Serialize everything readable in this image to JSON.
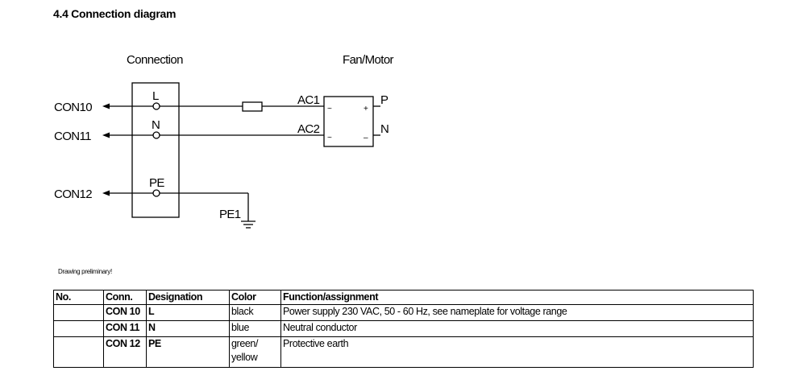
{
  "heading": "4.4 Connection diagram",
  "diagram": {
    "connection_label": "Connection",
    "motor_label": "Fan/Motor",
    "connectors": [
      "CON10",
      "CON11",
      "CON12"
    ],
    "terminals": [
      "L",
      "N",
      "PE"
    ],
    "ac_labels": [
      "AC1",
      "AC2"
    ],
    "motor_signs": [
      "~",
      "~",
      "+",
      "–"
    ],
    "outputs": [
      "P",
      "N"
    ],
    "earth_label": "PE1"
  },
  "note": "Drawing preliminary!",
  "table": {
    "headers": [
      "No.",
      "Conn.",
      "Designation",
      "Color",
      "Function/assignment"
    ],
    "rows": [
      {
        "no": "",
        "conn": "CON 10",
        "designation": "L",
        "color": "black",
        "function": "Power supply 230 VAC, 50 - 60 Hz, see nameplate for voltage range"
      },
      {
        "no": "",
        "conn": "CON 11",
        "designation": "N",
        "color": "blue",
        "function": "Neutral conductor"
      },
      {
        "no": "",
        "conn": "CON 12",
        "designation": "PE",
        "color": "green/ yellow",
        "function": "Protective earth"
      }
    ]
  }
}
